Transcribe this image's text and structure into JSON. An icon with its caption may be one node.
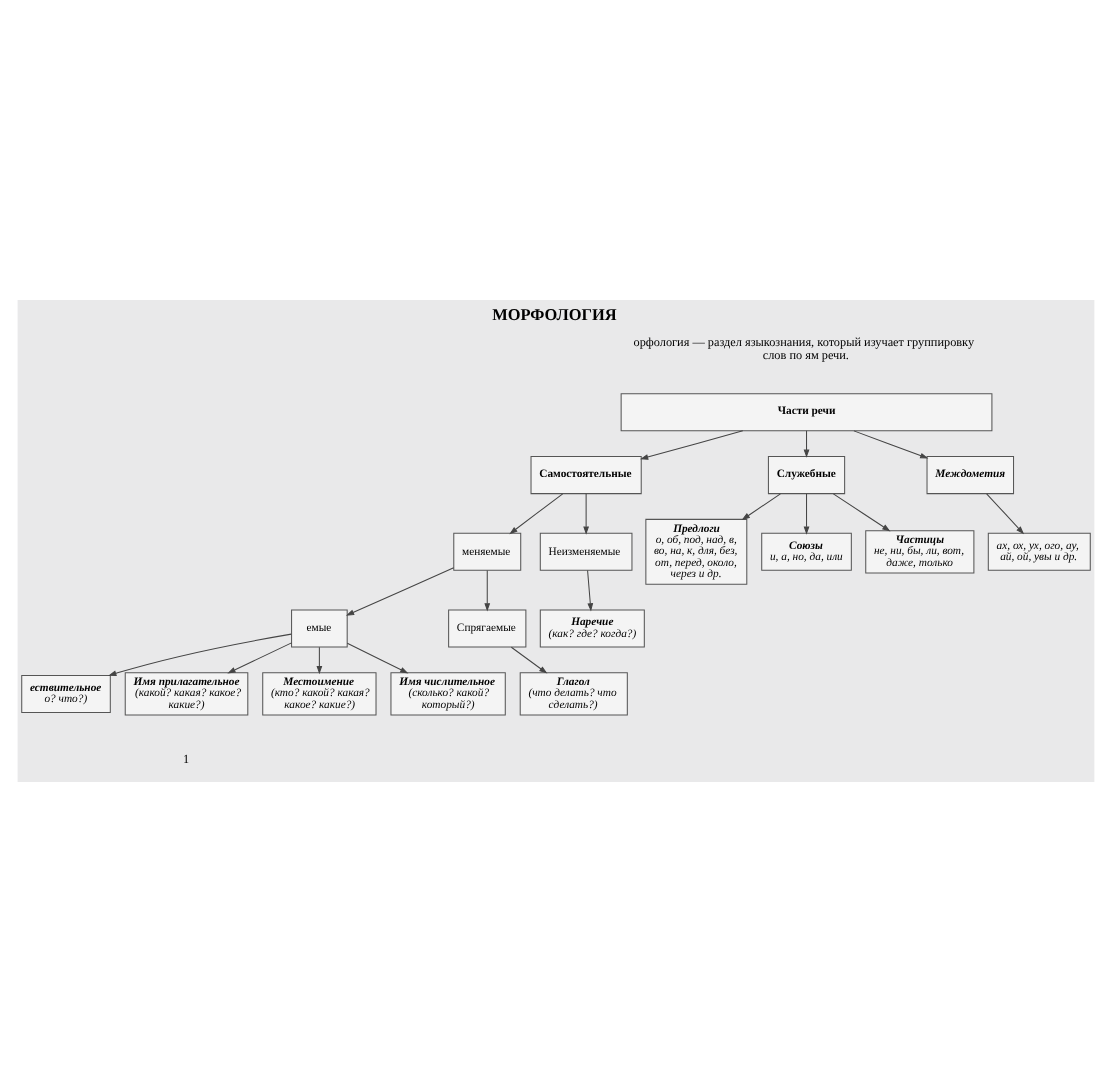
{
  "diagram": {
    "title": "МОРФОЛОГИЯ",
    "nodes": [
      {
        "text": [
          "Части речи"
        ]
      },
      {
        "text": [
          "Самостоятельные"
        ]
      },
      {
        "text": [
          "Служебные"
        ]
      },
      {
        "text": [
          "Междометия"
        ]
      },
      {
        "text": [
          "меняемые"
        ]
      },
      {
        "text": [
          "Неизменяемые"
        ]
      },
      {
        "text": [
          "емые"
        ]
      },
      {
        "text": [
          "Спрягаемые"
        ]
      },
      {
        "text": [
          "Наречие",
          "(как? где? когда?)"
        ]
      },
      {
        "text": [
          "Глагол",
          "(что делать? что сделать?)"
        ]
      },
      {
        "text": [
          "Предлоги",
          "о, об, под, над, в, во, на, к, для, без, от, перед, около, через и др."
        ]
      },
      {
        "text": [
          "Союзы",
          "и, а, но, да, или"
        ]
      },
      {
        "text": [
          "Частицы",
          "не, ни, бы, ли, вот, даже, только"
        ]
      },
      {
        "text": [
          "ах, ох, ух, ого, ау, ай, ой, увы и др."
        ]
      },
      {
        "text": [
          "ествительное",
          "о? что?)"
        ]
      },
      {
        "text": [
          "Имя прилагательное",
          "(какой? какая? какое? какие?)"
        ]
      },
      {
        "text": [
          "Местоимение",
          "(кто? какой? какая? какое? какие?)"
        ]
      },
      {
        "text": [
          "Имя числительное",
          "(сколько? какой? который?)"
        ]
      }
    ],
    "edges": [
      {
        "from": 0,
        "to": 1,
        "arrow": "to"
      },
      {
        "from": 0,
        "to": 2,
        "arrow": "to"
      },
      {
        "from": 0,
        "to": 3,
        "arrow": "to"
      },
      {
        "from": 1,
        "to": 4,
        "arrow": "to"
      },
      {
        "from": 1,
        "to": 5,
        "arrow": "to"
      },
      {
        "from": 4,
        "to": 6,
        "arrow": "to"
      },
      {
        "from": 4,
        "to": 7,
        "arrow": "to"
      },
      {
        "from": 5,
        "to": 8,
        "arrow": "to"
      },
      {
        "from": 7,
        "to": 9,
        "arrow": "to"
      },
      {
        "from": 2,
        "to": 10,
        "arrow": "to"
      },
      {
        "from": 2,
        "to": 11,
        "arrow": "to"
      },
      {
        "from": 2,
        "to": 12,
        "arrow": "to"
      },
      {
        "from": 3,
        "to": 13,
        "arrow": "to"
      },
      {
        "from": 6,
        "to": 14,
        "arrow": "to"
      },
      {
        "from": 6,
        "to": 15,
        "arrow": "to"
      },
      {
        "from": 6,
        "to": 16,
        "arrow": "to"
      },
      {
        "from": 6,
        "to": 17,
        "arrow": "to"
      }
    ],
    "labels": [
      "орфология — раздел языкознания, который изучает группировку слов по ям речи.",
      "1"
    ]
  }
}
